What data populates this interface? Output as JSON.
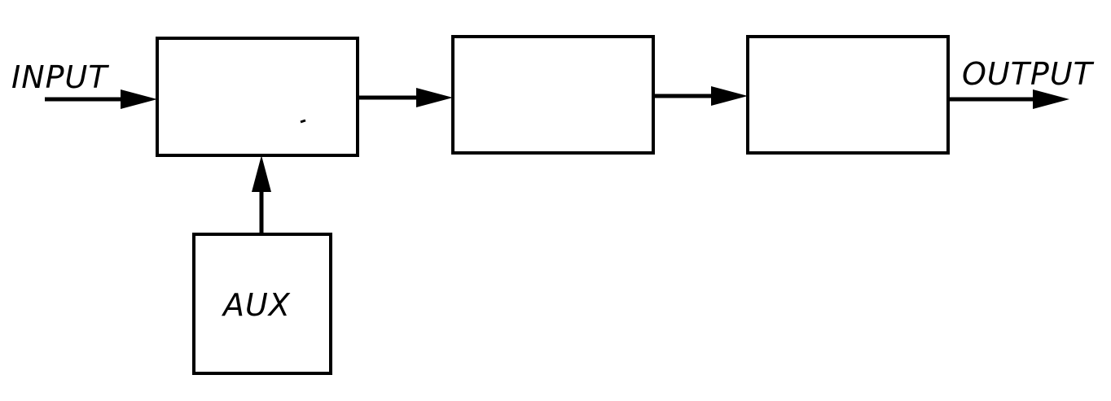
{
  "labels": {
    "input": "INPUT",
    "output": "OUTPUT",
    "aux": "AUX"
  },
  "colors": {
    "ink": "#000000",
    "background": "#ffffff"
  }
}
